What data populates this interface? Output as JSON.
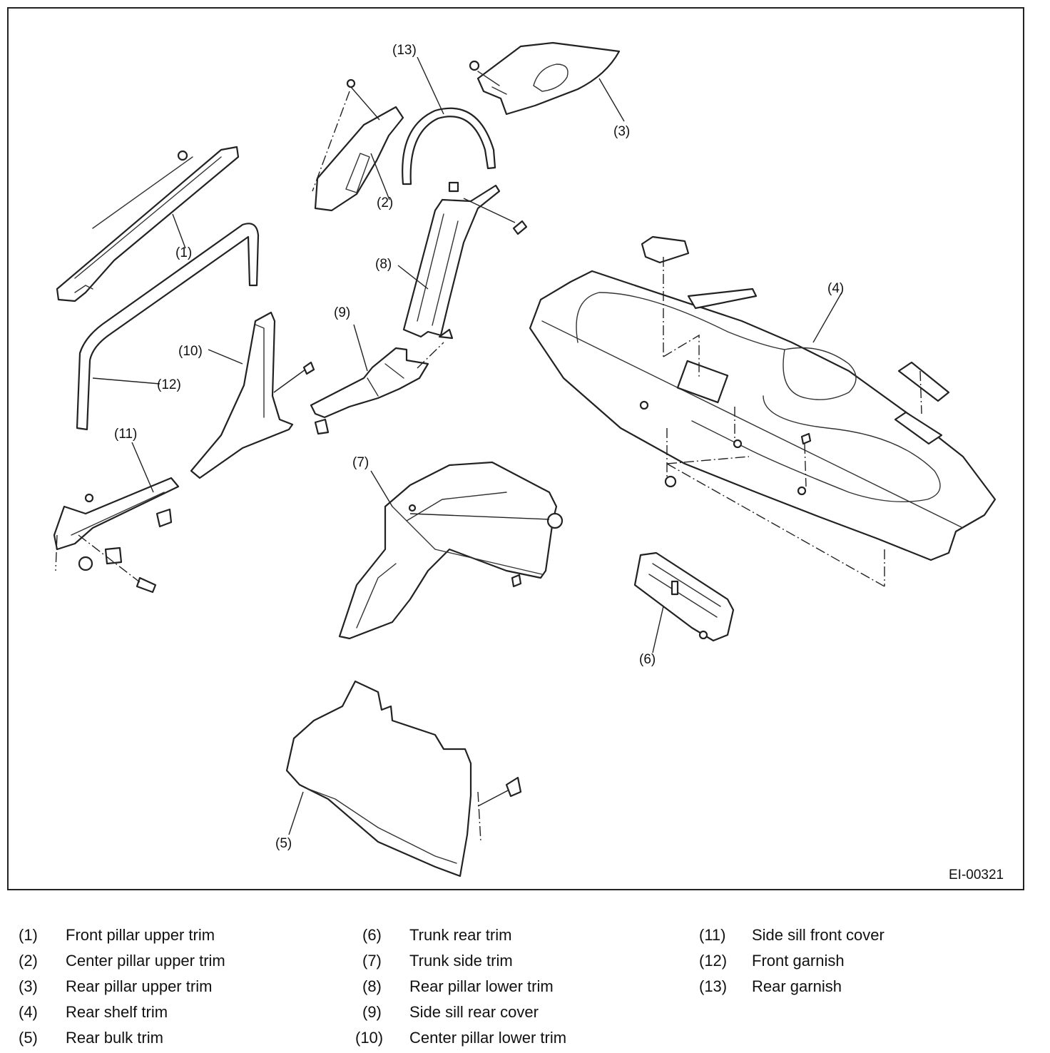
{
  "figure_id": "EI-00321",
  "callouts": [
    "(1)",
    "(2)",
    "(3)",
    "(4)",
    "(5)",
    "(6)",
    "(7)",
    "(8)",
    "(9)",
    "(10)",
    "(11)",
    "(12)",
    "(13)"
  ],
  "legend": [
    {
      "num": "(1)",
      "name": "Front pillar upper trim"
    },
    {
      "num": "(2)",
      "name": "Center pillar upper trim"
    },
    {
      "num": "(3)",
      "name": "Rear pillar upper trim"
    },
    {
      "num": "(4)",
      "name": "Rear shelf trim"
    },
    {
      "num": "(5)",
      "name": "Rear bulk trim"
    },
    {
      "num": "(6)",
      "name": "Trunk rear trim"
    },
    {
      "num": "(7)",
      "name": "Trunk side trim"
    },
    {
      "num": "(8)",
      "name": "Rear pillar lower trim"
    },
    {
      "num": "(9)",
      "name": "Side sill rear cover"
    },
    {
      "num": "(10)",
      "name": "Center pillar lower trim"
    },
    {
      "num": "(11)",
      "name": "Side sill front cover"
    },
    {
      "num": "(12)",
      "name": "Front garnish"
    },
    {
      "num": "(13)",
      "name": "Rear garnish"
    }
  ]
}
